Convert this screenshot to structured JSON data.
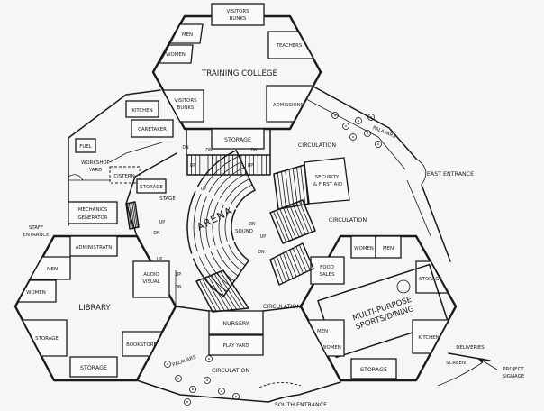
{
  "colors": {
    "ink": "#1a1a1a",
    "paper": "#f6f6f6"
  },
  "training_college": {
    "visitors_bunks_top": [
      "VISITORS",
      "BUNKS"
    ],
    "men": "MEN",
    "women": "WOMEN",
    "teachers": "TEACHERS",
    "title": "TRAINING COLLEGE",
    "visitors_bunks": [
      "VISITORS",
      "BUNKS"
    ],
    "admissions": "ADMISSIONS",
    "storage": "STORAGE"
  },
  "service": {
    "kitchen": "KITCHEN",
    "caretaker": "CARETAKER",
    "fuel": "FUEL",
    "workshop_yard": [
      "WORKSHOP",
      "YARD"
    ],
    "cistern": "CISTERN",
    "mechanics_generator": [
      "MECHANICS",
      "GENERATOR"
    ]
  },
  "arena": {
    "title": "ARENA",
    "stage": "STAGE",
    "stage_storage": "STORAGE",
    "sound": "SOUND",
    "security": [
      "SECURITY",
      "& FIRST AID"
    ],
    "nursery": "NURSERY",
    "play_yard": "PLAY YARD",
    "stair_labels": [
      "DN",
      "DN",
      "DN",
      "UP",
      "UP",
      "UP",
      "UP",
      "DN",
      "UP",
      "DN",
      "UP",
      "DN",
      "UP",
      "DN"
    ]
  },
  "library": {
    "title": "LIBRARY",
    "administration": "ADMINISTRATN",
    "men": "MEN",
    "women": "WOMEN",
    "audio_visual": [
      "AUDIO",
      "VISUAL"
    ],
    "storage_left": "STORAGE",
    "bookstore": "BOOKSTORE",
    "storage_bottom": "STORAGE"
  },
  "multi_purpose": {
    "title": [
      "MULTI-PURPOSE",
      "SPORTS/DINING"
    ],
    "women": "WOMEN",
    "men": "MEN",
    "food_sales": [
      "FOOD",
      "SALES"
    ],
    "storage_right": "STORAGE",
    "men_lower": "MEN",
    "women_lower": "WOMEN",
    "kitchen": "KITCHEN",
    "storage_bottom": "STORAGE"
  },
  "circulation": {
    "north": "CIRCULATION",
    "east": "CIRCULATION",
    "center": "CIRCULATION",
    "south": "CIRCULATION"
  },
  "site": {
    "palavars_northeast": "PALAVARS",
    "palavars_southwest": "PALAVARS",
    "east_entrance": "EAST ENTRANCE",
    "staff_entrance": [
      "STAFF",
      "ENTRANCE"
    ],
    "south_entrance": "SOUTH ENTRANCE",
    "deliveries": "DELIVERIES",
    "screen": "SCREEN",
    "project_signage": [
      "PROJECT",
      "SIGNAGE"
    ]
  }
}
